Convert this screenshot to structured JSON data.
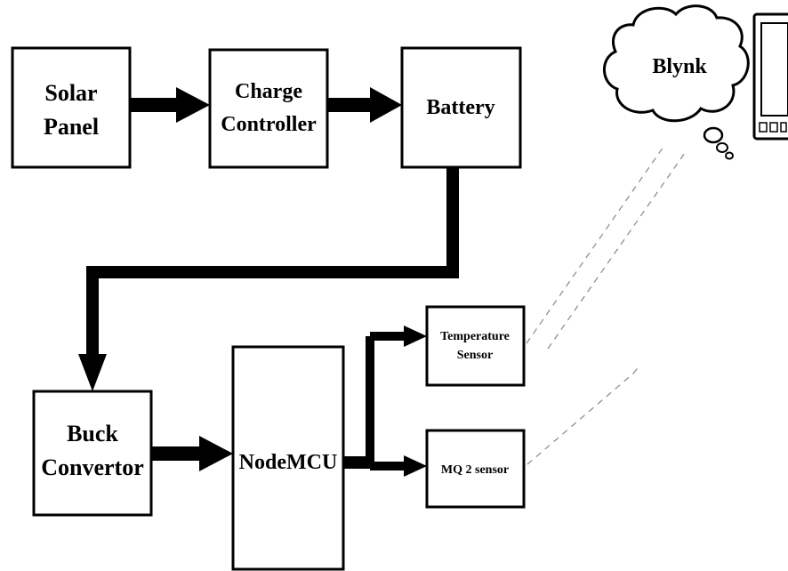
{
  "blocks": {
    "solar_panel": {
      "line1": "Solar",
      "line2": "Panel"
    },
    "charge_controller": {
      "line1": "Charge",
      "line2": "Controller"
    },
    "battery": {
      "label": "Battery"
    },
    "buck_convertor": {
      "line1": "Buck",
      "line2": "Convertor"
    },
    "nodemcu": {
      "label": "NodeMCU"
    },
    "temperature_sensor": {
      "line1": "Temperature",
      "line2": "Sensor"
    },
    "mq2_sensor": {
      "label": "MQ 2 sensor"
    },
    "blynk": {
      "label": "Blynk"
    }
  },
  "phone_icon": "smartphone-icon",
  "cloud_icon": "cloud-icon",
  "colors": {
    "stroke": "#000000",
    "background": "#ffffff",
    "wireless": "#888888"
  }
}
